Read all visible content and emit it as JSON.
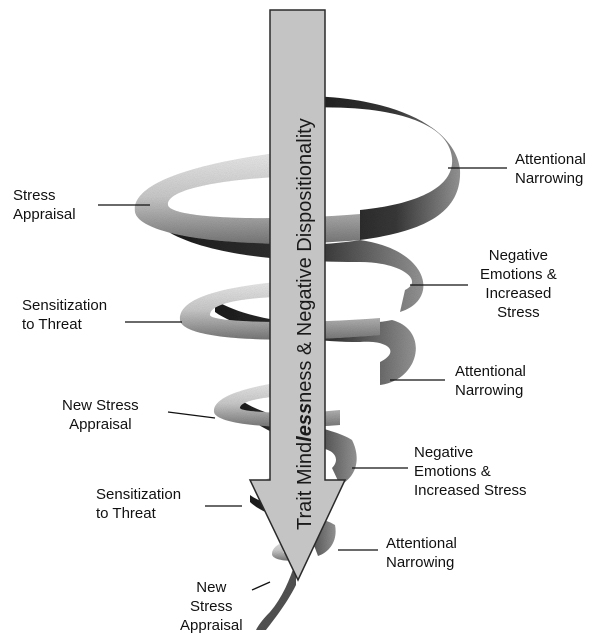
{
  "arrow_text": {
    "prefix": "Trait Mind",
    "emphasis": "less",
    "suffix": "ness & Negative Dispositionality"
  },
  "labels_left": [
    {
      "lines": [
        "Stress",
        "Appraisal"
      ]
    },
    {
      "lines": [
        "Sensitization",
        "to Threat"
      ]
    },
    {
      "lines": [
        "New Stress",
        "Appraisal"
      ]
    },
    {
      "lines": [
        "Sensitization",
        "to Threat"
      ]
    },
    {
      "lines": [
        "New",
        "Stress",
        "Appraisal"
      ]
    }
  ],
  "labels_right": [
    {
      "lines": [
        "Attentional",
        "Narrowing"
      ]
    },
    {
      "lines": [
        "Negative",
        "Emotions &",
        "Increased",
        "Stress"
      ]
    },
    {
      "lines": [
        "Attentional",
        "Narrowing"
      ]
    },
    {
      "lines": [
        "Negative",
        "Emotions &",
        "Increased Stress"
      ]
    },
    {
      "lines": [
        "Attentional",
        "Narrowing"
      ]
    }
  ],
  "colors": {
    "front_coil": "#d6d6d6",
    "back_coil": "#2b2b2b",
    "arrow_fill": "#c4c4c4",
    "leader_line": "#111111"
  }
}
